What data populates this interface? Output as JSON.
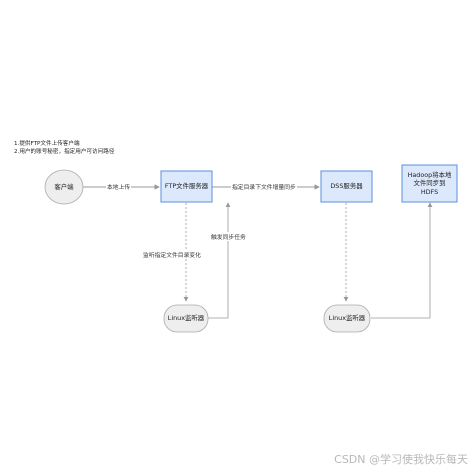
{
  "notes": [
    "1.提供FTP文件上传客户端",
    "2.用户的账号秘密，指定用户可访问路径"
  ],
  "nodes": {
    "client": "客户端",
    "ftp_server": "FTP文件服务器",
    "dss_server": "DSS服务器",
    "hadoop_line1": "Hadoop将本地",
    "hadoop_line2": "文件同步到",
    "hadoop_line3": "HDFS",
    "linux_monitor_left": "Linux监听器",
    "linux_monitor_right": "Linux监听器"
  },
  "edges": {
    "local_upload": "本地上传",
    "incremental_sync": "指定目录下文件增量同步",
    "trigger_sync": "触发同步任务",
    "monitor_dir": "监听指定文件目录变化"
  },
  "watermark": "CSDN @学习使我快乐每天",
  "colors": {
    "box_fill": "#dce8fb",
    "box_stroke": "#5b8fe0",
    "pill_fill": "#eeeeee",
    "pill_stroke": "#aaaaaa",
    "line": "#9a9a9a"
  }
}
